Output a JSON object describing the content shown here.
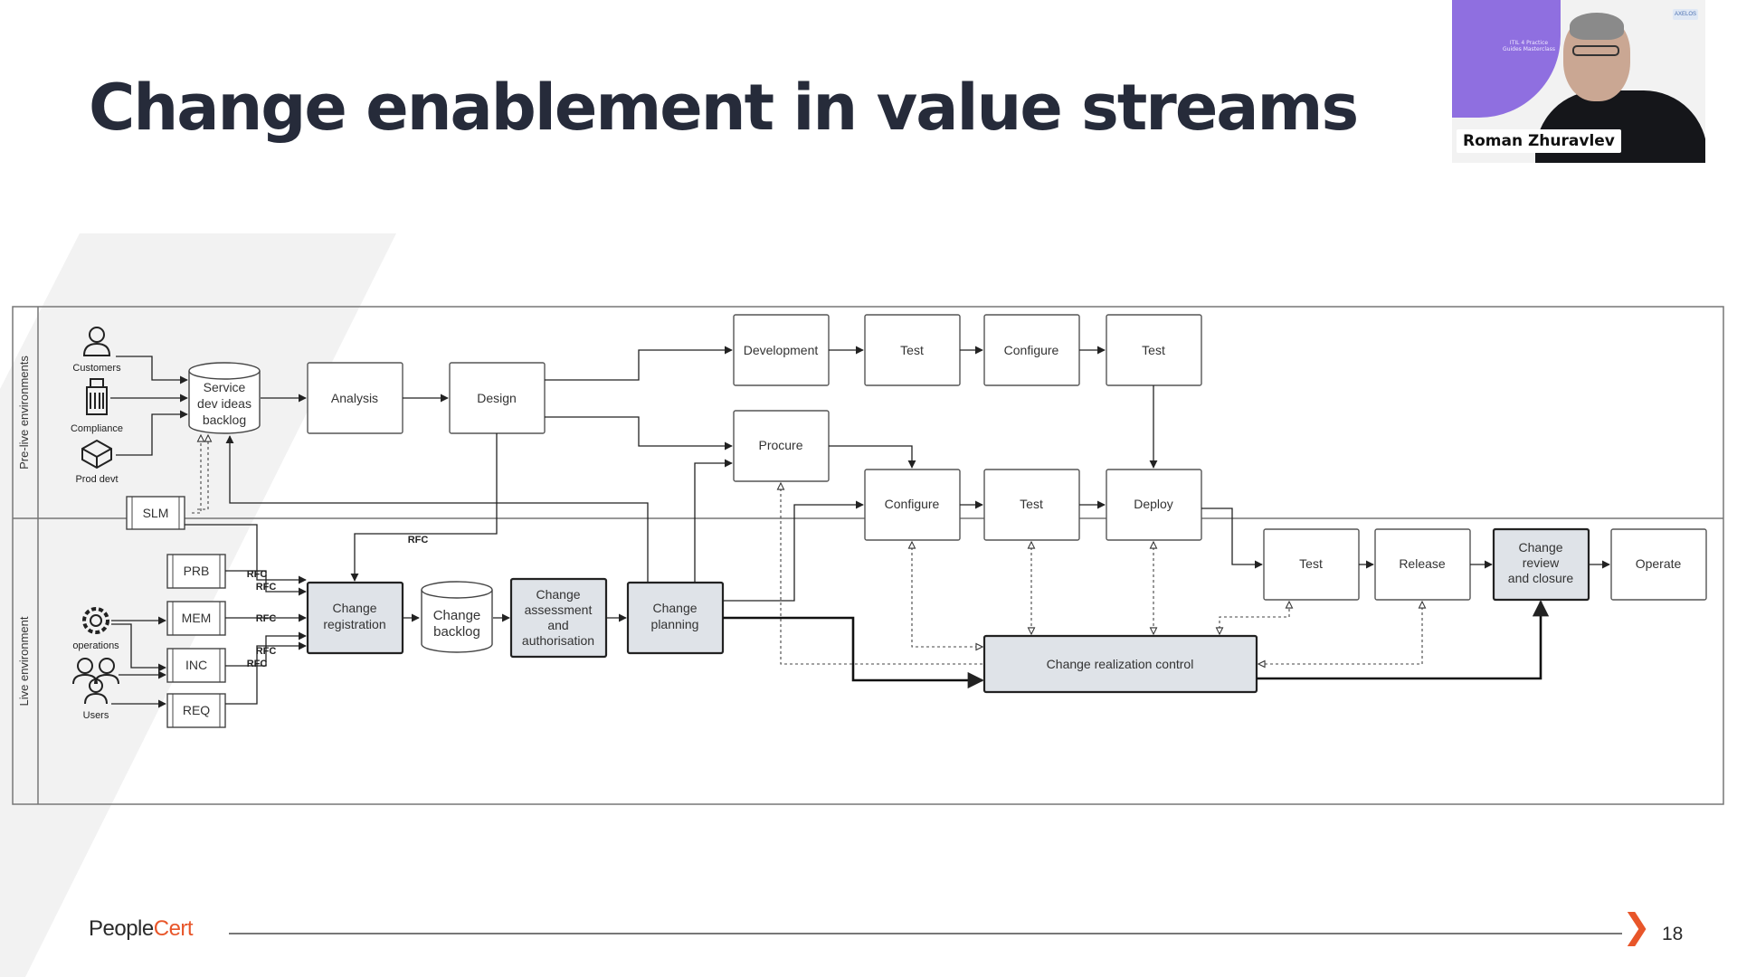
{
  "slide": {
    "title": "Change enablement in value streams",
    "page_number": "18"
  },
  "brand": {
    "part1": "People",
    "part2": "Cert"
  },
  "video": {
    "speaker_name": "Roman Zhuravlev",
    "panel_text": "ITIL 4 Practice Guides Masterclass",
    "logo_text": "AXELOS"
  },
  "diagram": {
    "lanes": {
      "prelive": "Pre-live environments",
      "live": "Live environment"
    },
    "sources": {
      "customers": "Customers",
      "compliance": "Compliance",
      "prod_devt": "Prod devt",
      "operations": "operations",
      "users": "Users"
    },
    "records": {
      "slm": "SLM",
      "prb": "PRB",
      "mem": "MEM",
      "inc": "INC",
      "req": "REQ"
    },
    "rfc_label": "RFC",
    "nodes": {
      "backlog_l1": "Service",
      "backlog_l2": "dev ideas",
      "backlog_l3": "backlog",
      "analysis": "Analysis",
      "design": "Design",
      "development": "Development",
      "test1": "Test",
      "configure1": "Configure",
      "test2": "Test",
      "procure": "Procure",
      "configure2": "Configure",
      "test3": "Test",
      "deploy": "Deploy",
      "registration_l1": "Change",
      "registration_l2": "registration",
      "cbacklog_l1": "Change",
      "cbacklog_l2": "backlog",
      "assessment_l1": "Change",
      "assessment_l2": "assessment",
      "assessment_l3": "and",
      "assessment_l4": "authorisation",
      "planning_l1": "Change",
      "planning_l2": "planning",
      "test4": "Test",
      "release": "Release",
      "review_l1": "Change",
      "review_l2": "review",
      "review_l3": "and closure",
      "operate": "Operate",
      "realization": "Change realization control"
    }
  }
}
